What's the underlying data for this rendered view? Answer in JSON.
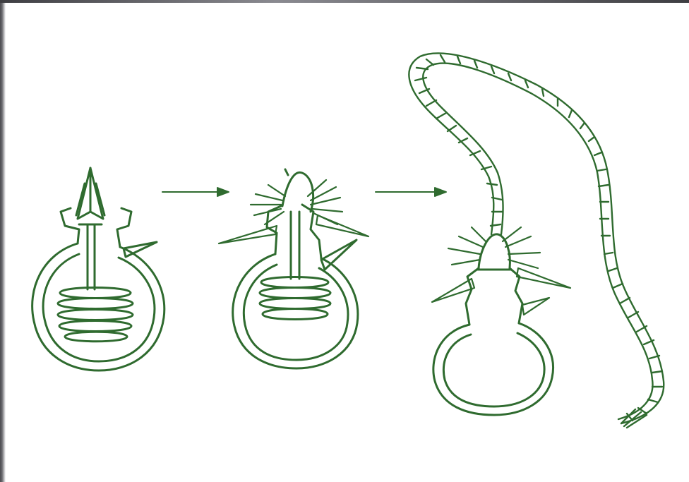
{
  "figure": {
    "stages": [
      "coiled-tube-stage",
      "everting-tube-stage",
      "discharged-tube-stage"
    ],
    "stroke_color": "#2f6b2f",
    "background_color": "#ffffff",
    "frame_color": "#5a5a5e"
  }
}
